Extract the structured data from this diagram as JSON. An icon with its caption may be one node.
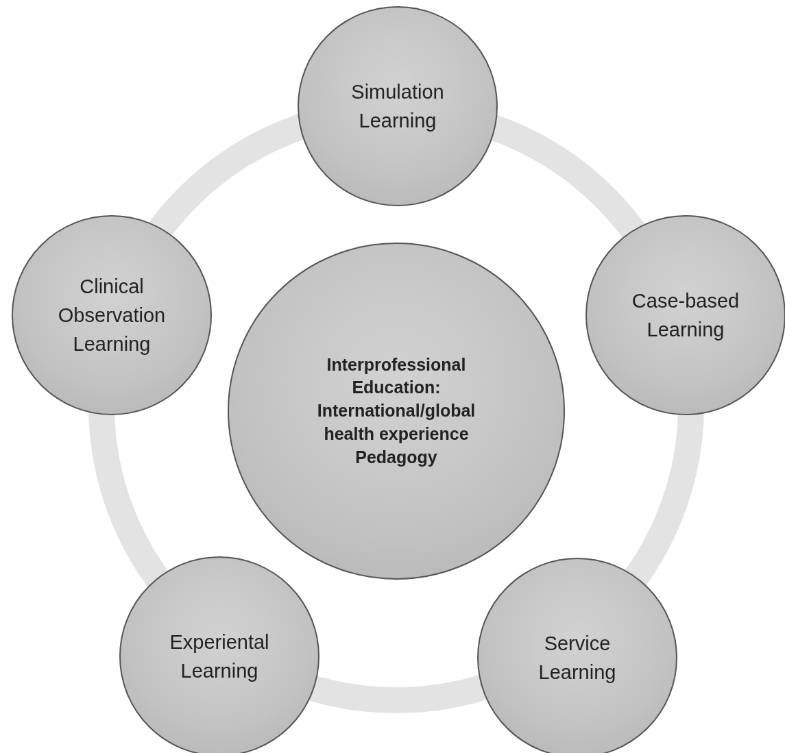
{
  "diagram": {
    "nodes": [
      {
        "text": [
          "Simulation Learning"
        ]
      },
      {
        "text": [
          "Clinical Observation Learning"
        ]
      },
      {
        "text": [
          "Case-based Learning"
        ]
      },
      {
        "text": [
          "Interprofessional Education: International/global health experience Pedagogy"
        ]
      },
      {
        "text": [
          "Experiental Learning"
        ]
      },
      {
        "text": [
          "Service Learning"
        ]
      }
    ]
  }
}
